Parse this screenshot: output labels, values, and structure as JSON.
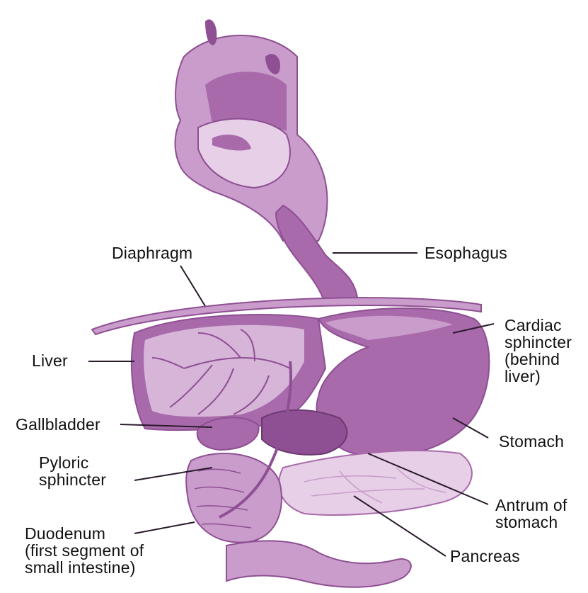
{
  "colors": {
    "organ_dark": "#8e4f93",
    "organ_mid": "#a86aaa",
    "organ_light": "#c99ccb",
    "organ_pale": "#e6cfe7",
    "leader": "#2a1a2c"
  },
  "labels": {
    "diaphragm": "Diaphragm",
    "esophagus": "Esophagus",
    "cardiac": [
      "Cardiac",
      "sphincter",
      "(behind",
      "liver)"
    ],
    "liver": "Liver",
    "gallbladder": "Gallbladder",
    "pyloric": [
      "Pyloric",
      "sphincter"
    ],
    "stomach": "Stomach",
    "antrum": [
      "Antrum of",
      "stomach"
    ],
    "duodenum": [
      "Duodenum",
      "(first segment of",
      "small intestine)"
    ],
    "pancreas": "Pancreas"
  }
}
